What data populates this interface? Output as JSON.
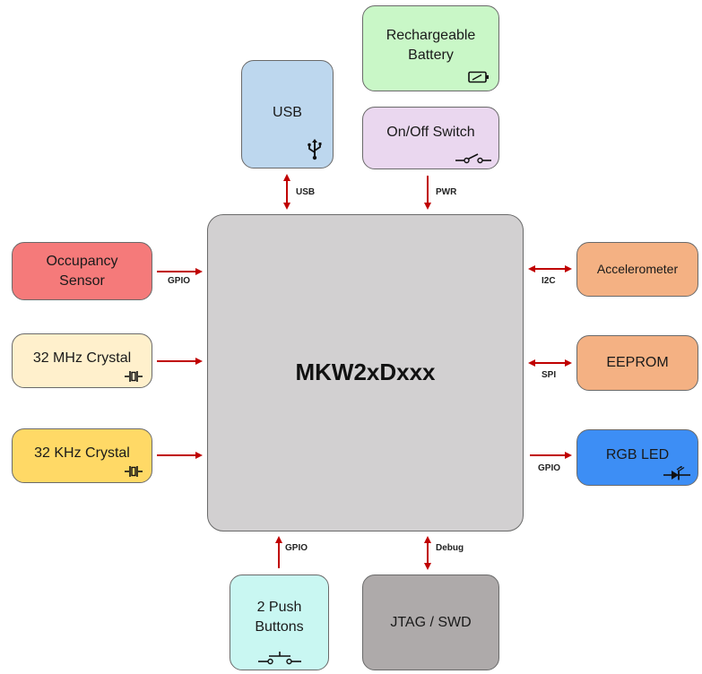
{
  "center": {
    "label": "MKW2xDxxx",
    "color": "#d2d0d1"
  },
  "top": {
    "battery": {
      "label": "Rechargeable\nBattery",
      "color": "#c9f7c7",
      "icon": "battery-icon"
    },
    "usb": {
      "label": "USB",
      "color": "#bdd7ee",
      "icon": "usb-icon"
    },
    "switch": {
      "label": "On/Off Switch",
      "color": "#ead7ef",
      "icon": "switch-icon"
    }
  },
  "left": {
    "occupancy": {
      "label": "Occupancy\nSensor",
      "color": "#f57a7a"
    },
    "crystal32m": {
      "label": "32 MHz Crystal",
      "color": "#fff0cc",
      "icon": "crystal-icon"
    },
    "crystal32k": {
      "label": "32 KHz Crystal",
      "color": "#ffd966",
      "icon": "crystal-icon"
    }
  },
  "right": {
    "accel": {
      "label": "Accelerometer",
      "color": "#f4b183"
    },
    "eeprom": {
      "label": "EEPROM",
      "color": "#f4b183"
    },
    "rgbled": {
      "label": "RGB LED",
      "color": "#3d8ef5",
      "icon": "led-icon"
    }
  },
  "bottom": {
    "buttons": {
      "label": "2 Push\nButtons",
      "color": "#c9f7f2",
      "icon": "push-button-icon"
    },
    "jtag": {
      "label": "JTAG / SWD",
      "color": "#aeaaaa"
    }
  },
  "links": {
    "usb": "USB",
    "pwr": "PWR",
    "occupancy": "GPIO",
    "i2c": "I2C",
    "spi": "SPI",
    "gpio_led": "GPIO",
    "gpio_buttons": "GPIO",
    "debug": "Debug"
  },
  "arrow_color": "#c00000"
}
